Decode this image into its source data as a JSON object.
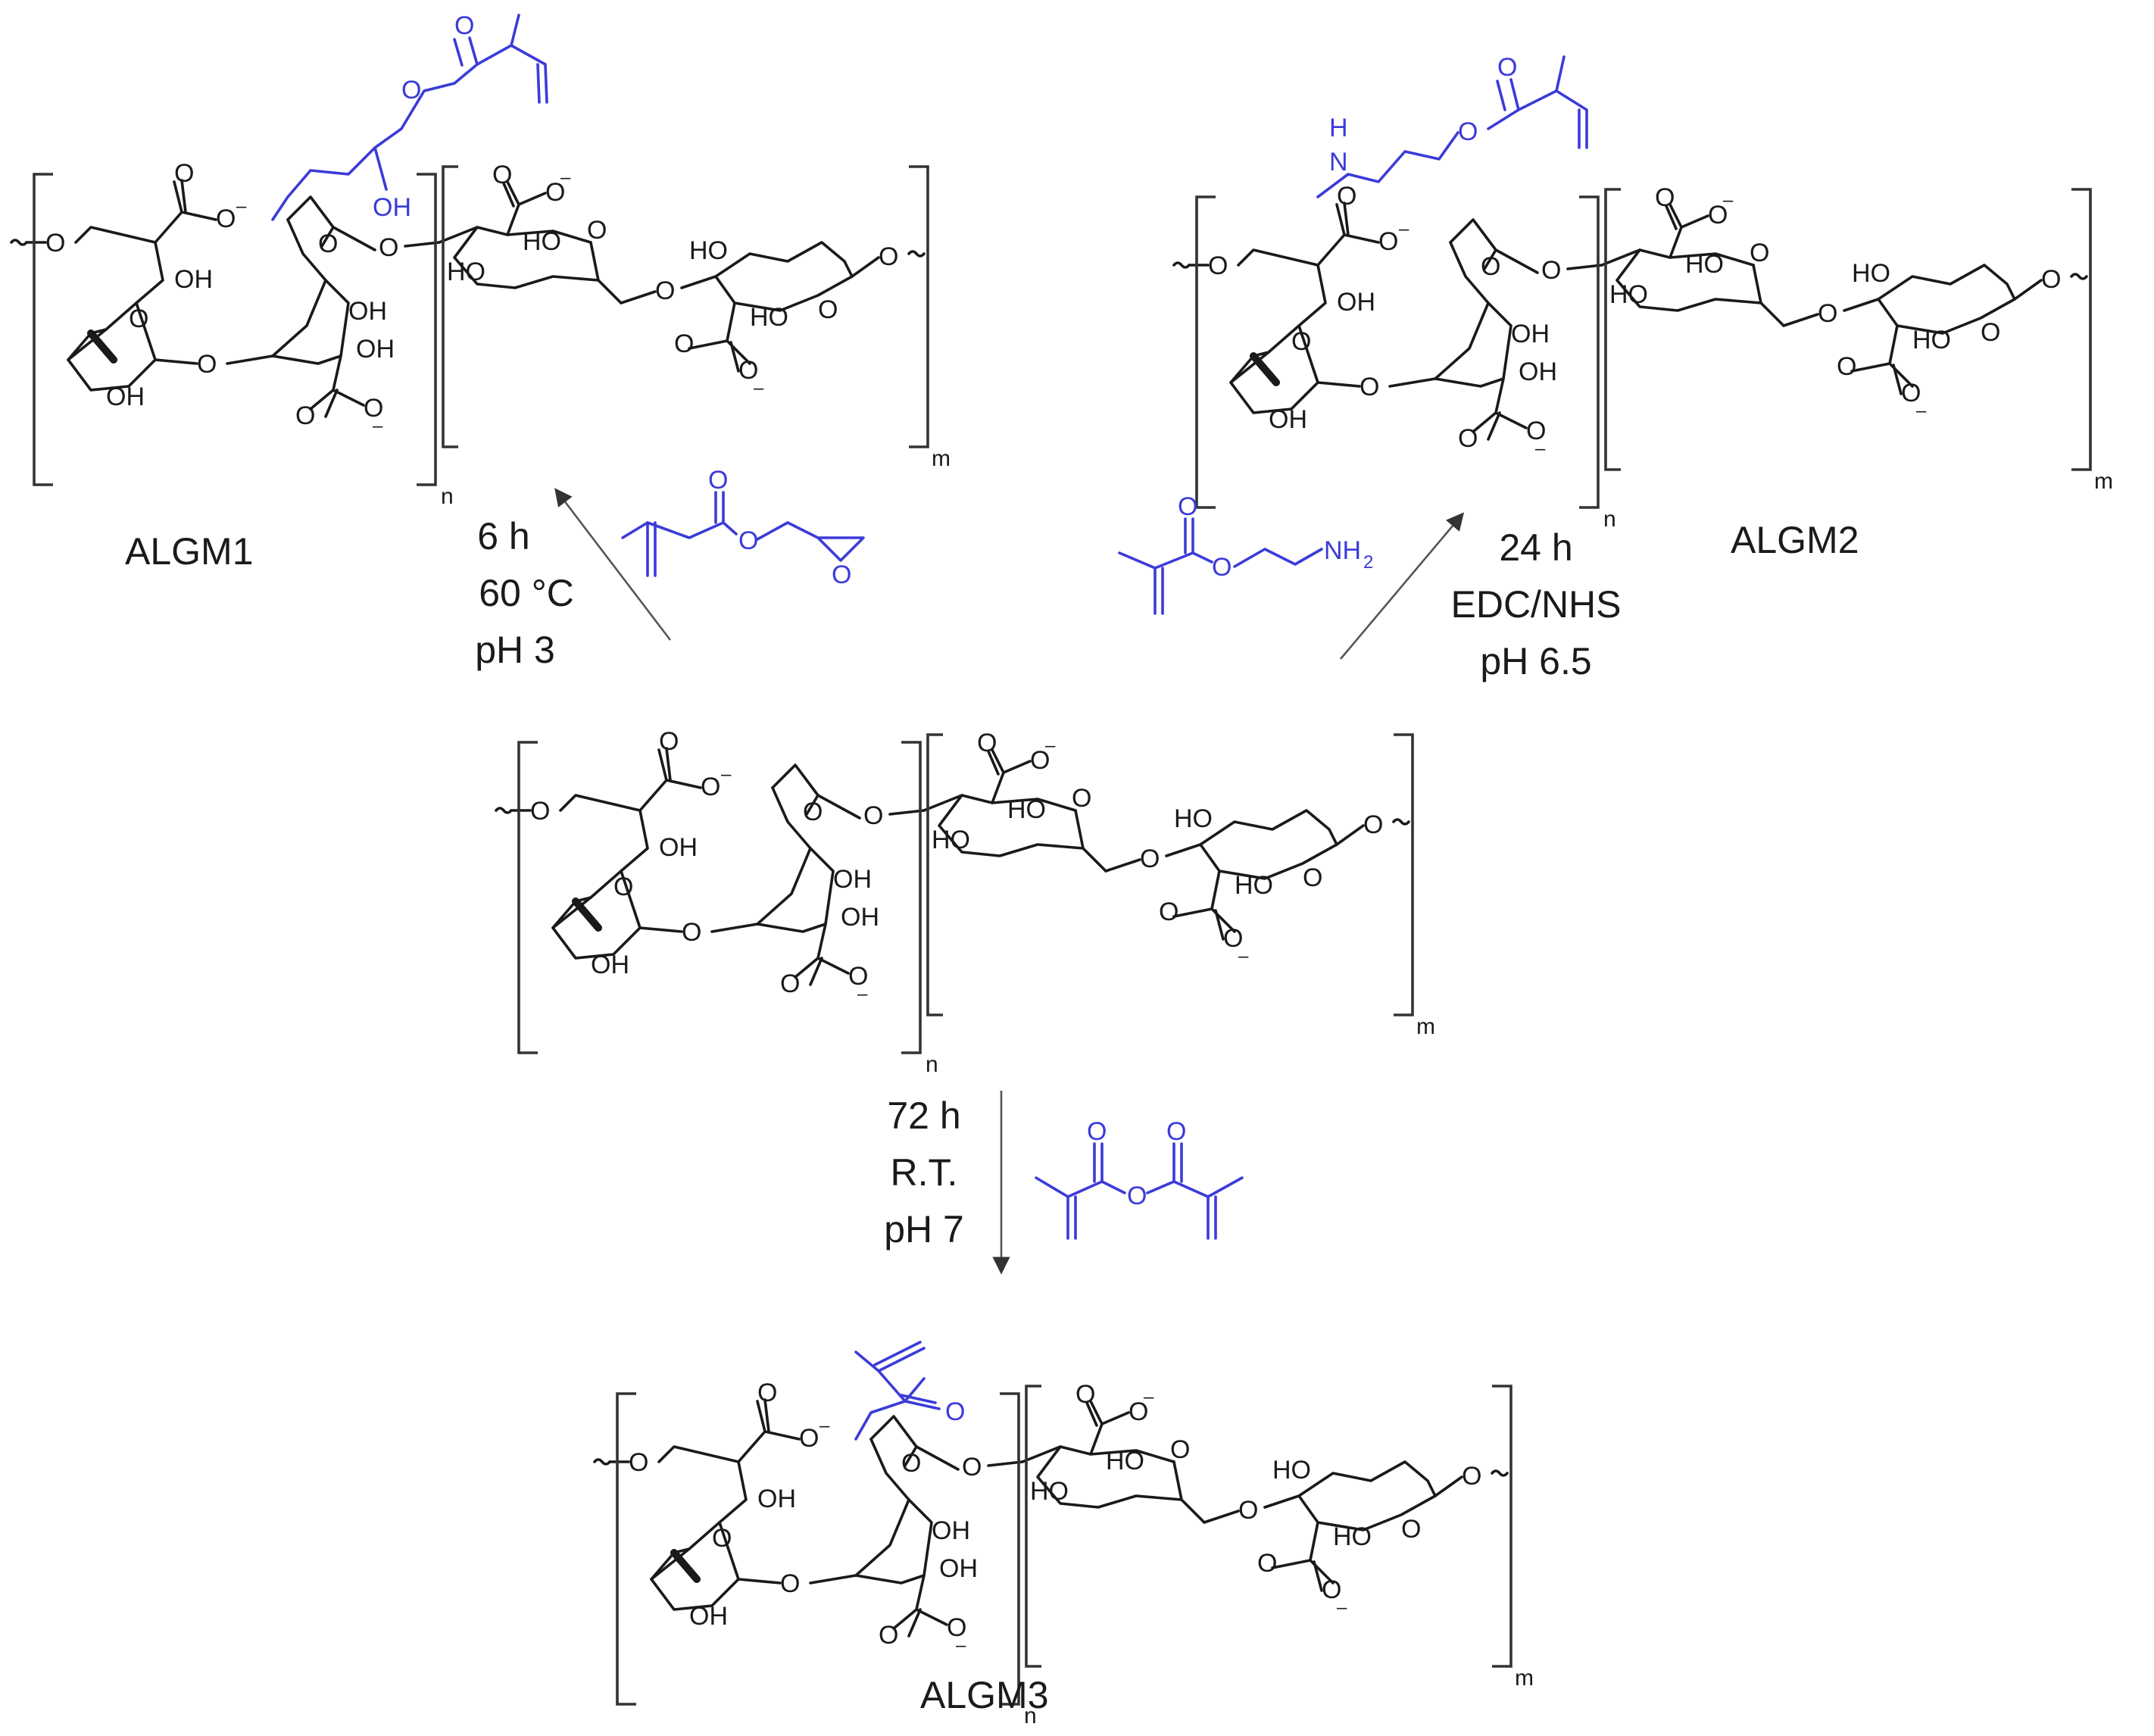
{
  "products": {
    "algm1": "ALGM1",
    "algm2": "ALGM2",
    "algm3": "ALGM3"
  },
  "conditions": {
    "r1": [
      "6 h",
      "60 °C",
      "pH 3"
    ],
    "r2": [
      "24 h",
      "EDC/NHS",
      "pH 6.5"
    ],
    "r3": [
      "72 h",
      "R.T.",
      "pH 7"
    ]
  },
  "atoms": {
    "O": "O",
    "OH": "OH",
    "HO": "HO",
    "H": "H",
    "N": "N",
    "NH2": "NH",
    "NH2_sub": "2",
    "minus": "–"
  },
  "repeat": {
    "n": "n",
    "m": "m"
  },
  "colors": {
    "methacrylate": "#3b3bd9",
    "bonds": "#1a1a1a"
  }
}
